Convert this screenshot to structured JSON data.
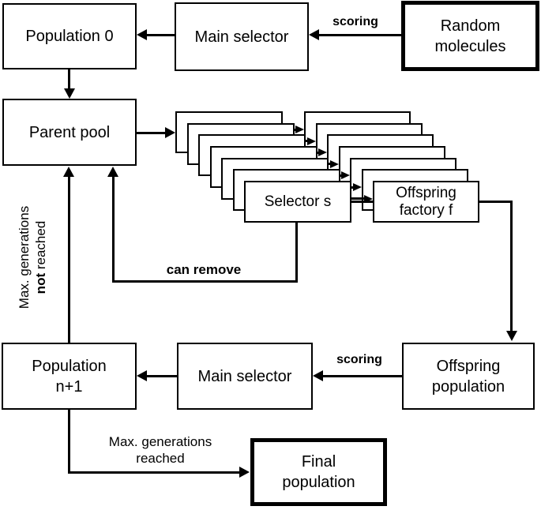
{
  "diagram": {
    "background": "#ffffff",
    "line_color": "#000000",
    "boxes": {
      "population0": {
        "label": "Population 0"
      },
      "main_selector_top": {
        "label": "Main selector"
      },
      "random_molecules": {
        "line1": "Random",
        "line2": "molecules"
      },
      "parent_pool": {
        "label": "Parent pool"
      },
      "selector_s": {
        "label": "Selector s"
      },
      "offspring_factory": {
        "line1": "Offspring",
        "line2": "factory f"
      },
      "population_n1": {
        "line1": "Population",
        "line2": "n+1"
      },
      "main_selector_bottom": {
        "label": "Main selector"
      },
      "offspring_population": {
        "line1": "Offspring",
        "line2": "population"
      },
      "final_population": {
        "line1": "Final",
        "line2": "population"
      }
    },
    "labels": {
      "scoring_top": "scoring",
      "scoring_bottom": "scoring",
      "can_remove": "can remove",
      "max_gen_not_reached": {
        "line1": "Max. generations",
        "bold_word": "not",
        "rest": " reached"
      },
      "max_gen_reached": {
        "line1": "Max. generations",
        "line2": "reached"
      }
    },
    "stack_count": 7
  }
}
